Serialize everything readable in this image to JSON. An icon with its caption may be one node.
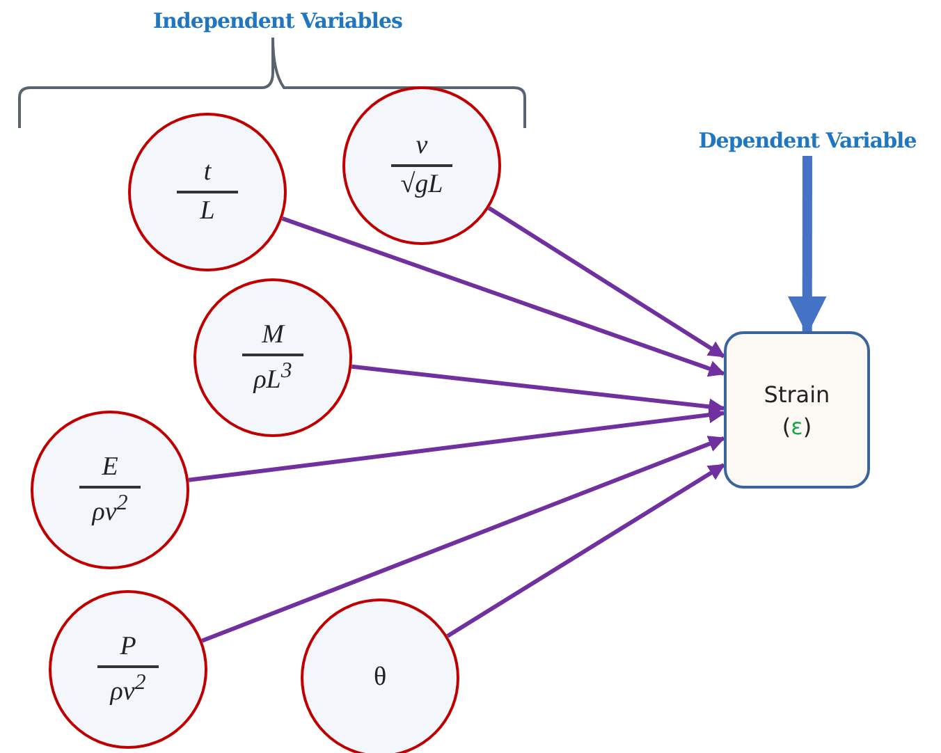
{
  "diagram": {
    "nodes": [
      {
        "text": [
          "t",
          "L"
        ]
      },
      {
        "text": [
          "v",
          "√gL"
        ]
      },
      {
        "text": [
          "M",
          "ρL$^{3}$"
        ]
      },
      {
        "text": [
          "E",
          "ρv$^{2}$"
        ]
      },
      {
        "text": [
          "P",
          "ρv$^{2}$"
        ]
      },
      {
        "text": [
          "θ"
        ]
      },
      {
        "text": [
          "Strain",
          "(ε)"
        ]
      },
      {
        "text": [
          "Dependent Variable"
        ]
      }
    ],
    "edges": [
      {
        "from": 1,
        "to": 6,
        "arrow": "to"
      },
      {
        "from": 0,
        "to": 6,
        "arrow": "to"
      },
      {
        "from": 2,
        "to": 6,
        "arrow": "to"
      },
      {
        "from": 3,
        "to": 6,
        "arrow": "to"
      },
      {
        "from": 4,
        "to": 6,
        "arrow": "to"
      },
      {
        "from": 5,
        "to": 6,
        "arrow": "to"
      },
      {
        "from": 7,
        "to": 6,
        "arrow": "to",
        "style": "thick",
        "color": "#4472c4"
      }
    ],
    "labels": [
      "Independent Variables"
    ]
  }
}
